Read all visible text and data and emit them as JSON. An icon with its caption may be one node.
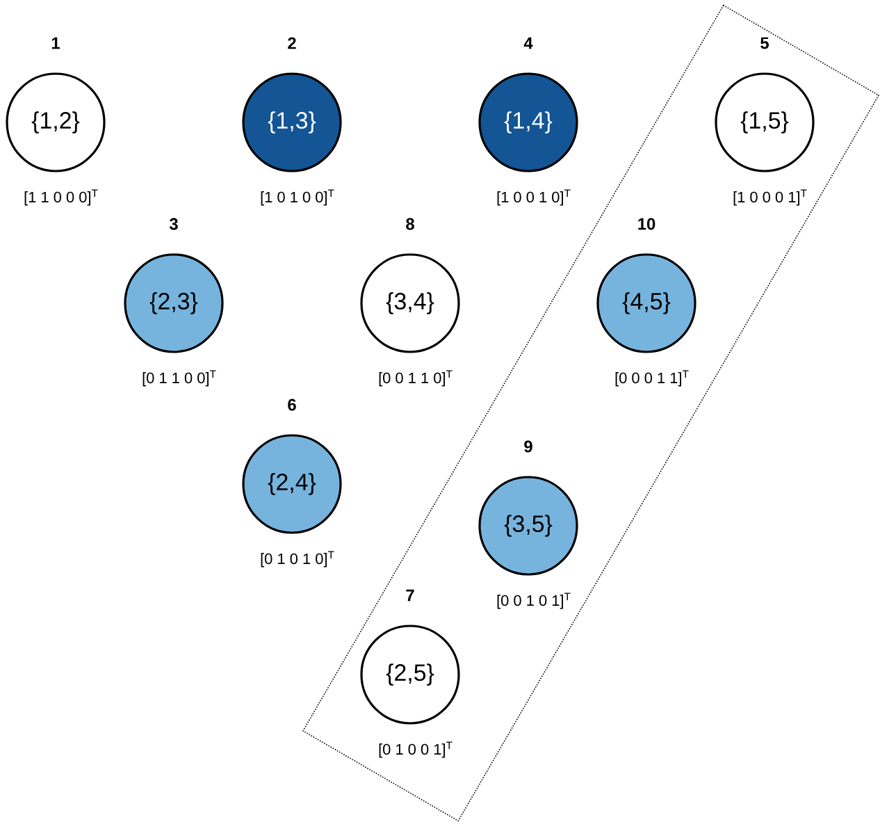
{
  "diagram": {
    "nodes": [
      {
        "text": [],
        "shape": "box"
      },
      {
        "text": [
          "1",
          "{1,2}"
        ],
        "beside": [
          "[1 1 0 0 0]$^{T}$"
        ]
      },
      {
        "text": [
          "2",
          "{1,3}"
        ],
        "beside": [
          "[1 0 1 0 0]$^{T}$"
        ]
      },
      {
        "text": [
          "4",
          "{1,4}"
        ],
        "beside": [
          "[1 0 0 1 0]$^{T}$"
        ]
      },
      {
        "text": [
          "5",
          "{1,5}"
        ],
        "beside": [
          "[1 0 0 0 1]$^{T}$"
        ],
        "in": 0
      },
      {
        "text": [
          "3",
          "{2,3}"
        ],
        "beside": [
          "[0 1 1 0 0]$^{T}$"
        ]
      },
      {
        "text": [
          "8",
          "{3,4}"
        ],
        "beside": [
          "[0 0 1 1 0]$^{T}$"
        ]
      },
      {
        "text": [
          "10",
          "{4,5}"
        ],
        "beside": [
          "[0 0 0 1 1]$^{T}$"
        ],
        "in": 0
      },
      {
        "text": [
          "6",
          "{2,4}"
        ],
        "beside": [
          "[0 1 0 1 0]$^{T}$"
        ]
      },
      {
        "text": [
          "9",
          "{3,5}"
        ],
        "beside": [
          "[0 0 1 0 1]$^{T}$"
        ],
        "in": 0
      },
      {
        "text": [
          "7",
          "{2,5}"
        ],
        "beside": [
          "[0 1 0 0 1]$^{T}$"
        ],
        "in": 0
      }
    ]
  }
}
